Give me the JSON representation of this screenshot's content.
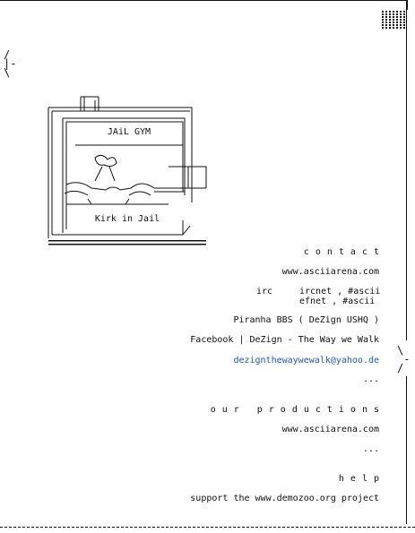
{
  "art": {
    "title": "JAiL GYM",
    "caption": "Kirk in Jail"
  },
  "contact": {
    "heading": "contact",
    "site": "www.asciiarena.com",
    "irc_label": "irc",
    "irc_networks": [
      "ircnet , #ascii",
      "efnet , #ascii"
    ],
    "bbs": "Piranha BBS ( DeZign USHQ )",
    "facebook": "Facebook | DeZign - The Way we Walk",
    "email": "dezignthewaywewalk@yahoo.de",
    "more": "..."
  },
  "productions": {
    "heading": "our productions",
    "site": "www.asciiarena.com",
    "more": "..."
  },
  "help": {
    "heading": "help",
    "text": "support the www.demozoo.org project"
  },
  "colors": {
    "text": "#111111",
    "link": "#1f56c2",
    "background": "#ffffff"
  }
}
